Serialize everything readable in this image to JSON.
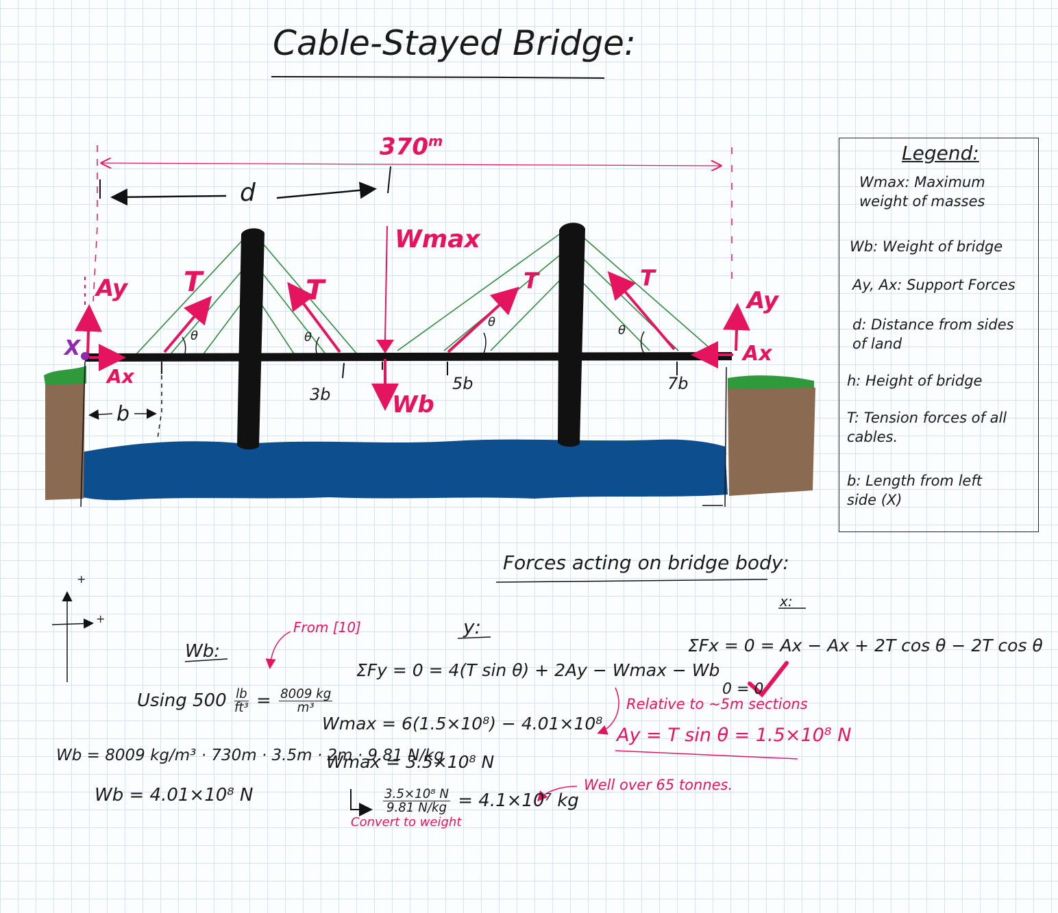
{
  "title": "Cable-Stayed Bridge:",
  "diagram": {
    "span": "370",
    "span_unit": "m",
    "d": "d",
    "wmax": "Wmax",
    "wb": "Wb",
    "t": "T",
    "theta": "θ",
    "ay": "Ay",
    "ax": "Ax",
    "x_point": "X",
    "b": "b",
    "marks": [
      "3b",
      "5b",
      "7b"
    ]
  },
  "legend": {
    "heading": "Legend:",
    "items": [
      "Wmax: Maximum weight of masses",
      "Wb: Weight of bridge",
      "Ay, Ax: Support Forces",
      "d: Distance from sides of land",
      "h: Height of bridge",
      "T: Tension forces of all cables.",
      "b: Length from left side (X)"
    ]
  },
  "axes": {
    "plus_y": "+",
    "plus_x": "+"
  },
  "forces_heading": "Forces acting on bridge body:",
  "wb_calc": {
    "heading": "Wb:",
    "from_note": "From [10]",
    "using": "Using 500",
    "using_unit_num": "lb",
    "using_unit_den": "ft³",
    "eq": "=",
    "density_num": "8009 kg",
    "density_den": "m³",
    "line1": "Wb = 8009 kg/m³ · 730m · 3.5m · 2m · 9.81 N/kg",
    "line2": "Wb = 4.01×10⁸ N"
  },
  "y_calc": {
    "heading": "y:",
    "sum": "ΣFy = 0 = 4(T sin θ) + 2Ay − Wmax − Wb",
    "line1": "Wmax = 6(1.5×10⁸) − 4.01×10⁸",
    "line2": "Wmax = 3.5×10⁸ N",
    "conv_num": "3.5×10⁸ N",
    "conv_den": "9.81 N/kg",
    "conv_result": "= 4.1×10⁷ kg",
    "convert_note": "Convert to weight",
    "well_note": "Well over 65 tonnes."
  },
  "x_calc": {
    "heading": "x:",
    "sum": "ΣFx = 0 = Ax − Ax + 2T cos θ − 2T cos θ",
    "zero": "0 = 0",
    "relative_note": "Relative to ~5m sections",
    "ay_result": "Ay = T sin θ = 1.5×10⁸ N"
  },
  "colors": {
    "force": "#e5145e",
    "cable": "#2e8b3e",
    "water": "#0d4f8e",
    "ground": "#8b6a52",
    "grass": "#2f9a3c",
    "deck": "#111111",
    "point": "#8e2bb0"
  }
}
